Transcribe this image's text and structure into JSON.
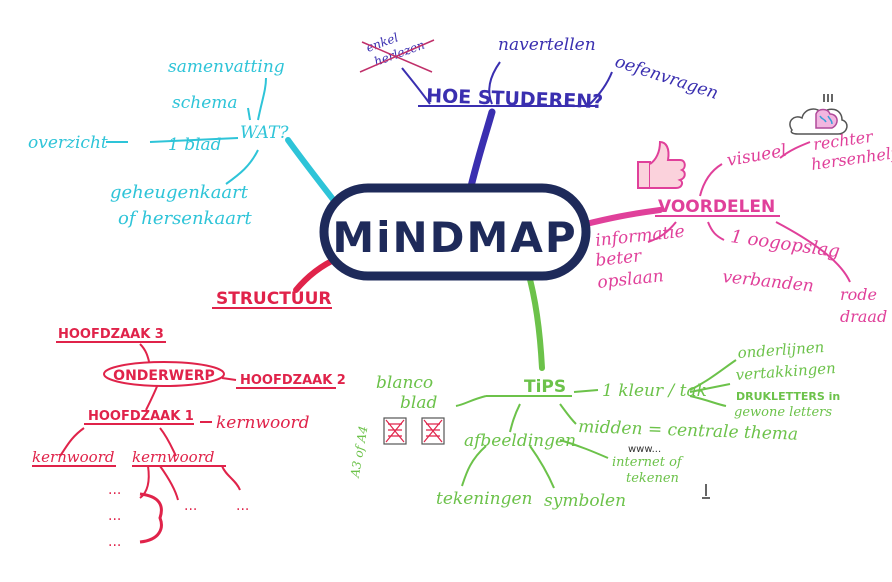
{
  "title": "MiNDMAP",
  "colors": {
    "center": "#1e2a5a",
    "study": "#3a2fb0",
    "what": "#2ec4d8",
    "benefits": "#e0409a",
    "tips": "#6cc24a",
    "structure": "#e0234a"
  },
  "study": {
    "label": "HOE STUDEREN?",
    "items": [
      "navertellen",
      "oefenvragen"
    ],
    "crossed": [
      "enkel",
      "herlezen"
    ]
  },
  "what": {
    "label": "WAT?",
    "items": [
      "samenvatting",
      "schema",
      "1 blad",
      "overzicht",
      "geheugenkaart",
      "of hersenkaart"
    ]
  },
  "benefits": {
    "label": "VOORDELEN",
    "items": [
      "visueel",
      "rechter",
      "hersenhelft",
      "informatie",
      "beter",
      "opslaan",
      "1 oogopslag",
      "verbanden",
      "rode",
      "draad"
    ]
  },
  "structure": {
    "label": "STRUCTUUR",
    "topic": "ONDERWERP",
    "main1": "HOOFDZAAK 1",
    "main2": "HOOFDZAAK 2",
    "main3": "HOOFDZAAK 3",
    "keyword": "kernwoord",
    "sub1": "kernwoord",
    "sub2": "kernwoord",
    "dots": "..."
  },
  "tips": {
    "label": "TiPS",
    "items": [
      "blanco",
      "blad",
      "A3 of A4",
      "1 kleur / tak",
      "onderlijnen",
      "vertakkingen",
      "DRUKLETTERS in",
      "gewone letters",
      "midden = centrale thema",
      "afbeeldingen",
      "internet of",
      "tekenen",
      "www...",
      "tekeningen",
      "symbolen"
    ]
  }
}
